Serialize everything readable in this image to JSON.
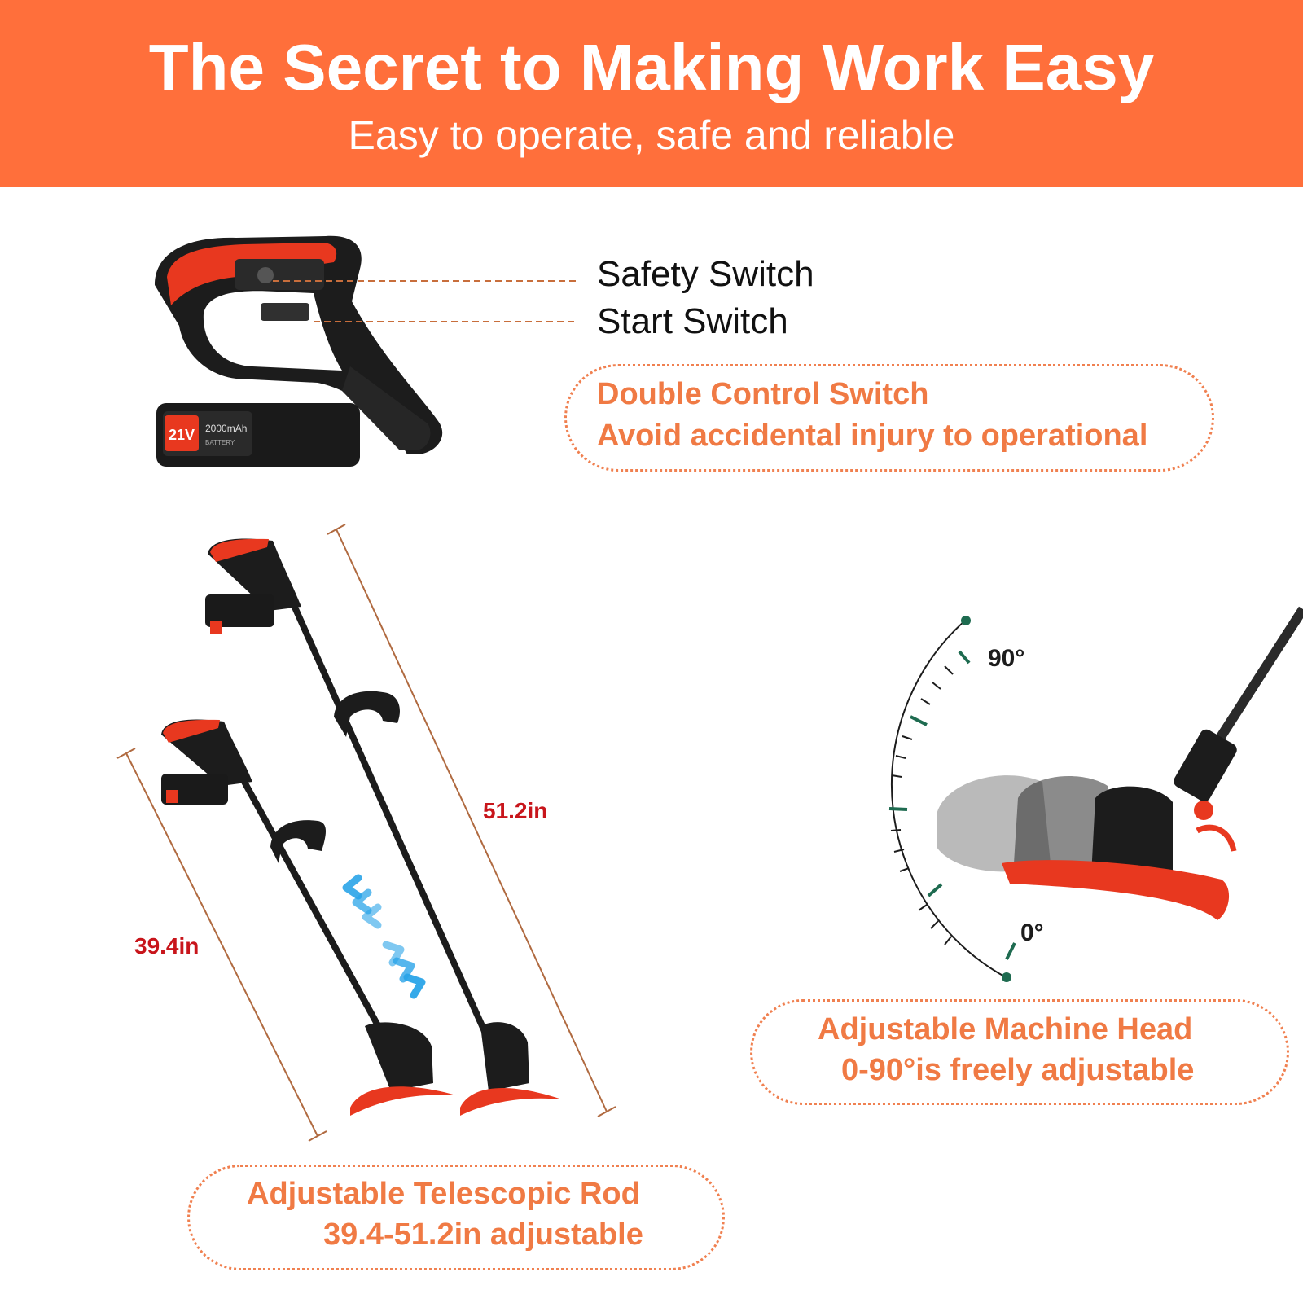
{
  "header": {
    "title": "The Secret to Making Work Easy",
    "subtitle": "Easy to operate, safe and reliable"
  },
  "switches": {
    "safety_label": "Safety Switch",
    "start_label": "Start Switch"
  },
  "battery": {
    "voltage": "21V",
    "capacity": "2000mAh",
    "type": "BATTERY"
  },
  "callouts": {
    "double_control": {
      "line1": "Double Control Switch",
      "line2": "Avoid accidental injury to operational"
    },
    "machine_head": {
      "line1": "Adjustable Machine Head",
      "line2": "0-90°is freely adjustable"
    },
    "telescopic_rod": {
      "line1": "Adjustable Telescopic Rod",
      "line2": "39.4-51.2in adjustable"
    }
  },
  "dimensions": {
    "long": "51.2in",
    "short": "39.4in"
  },
  "angle_scale": {
    "max": "90°",
    "min": "0°"
  },
  "colors": {
    "brand_orange": "#ff6f3b",
    "callout_text": "#f07a44",
    "dimension_red": "#c8151b",
    "product_red": "#e8381f",
    "product_black": "#1c1c1c",
    "scale_green": "#1e6b50",
    "arrow_blue": "#2aa4e8"
  }
}
